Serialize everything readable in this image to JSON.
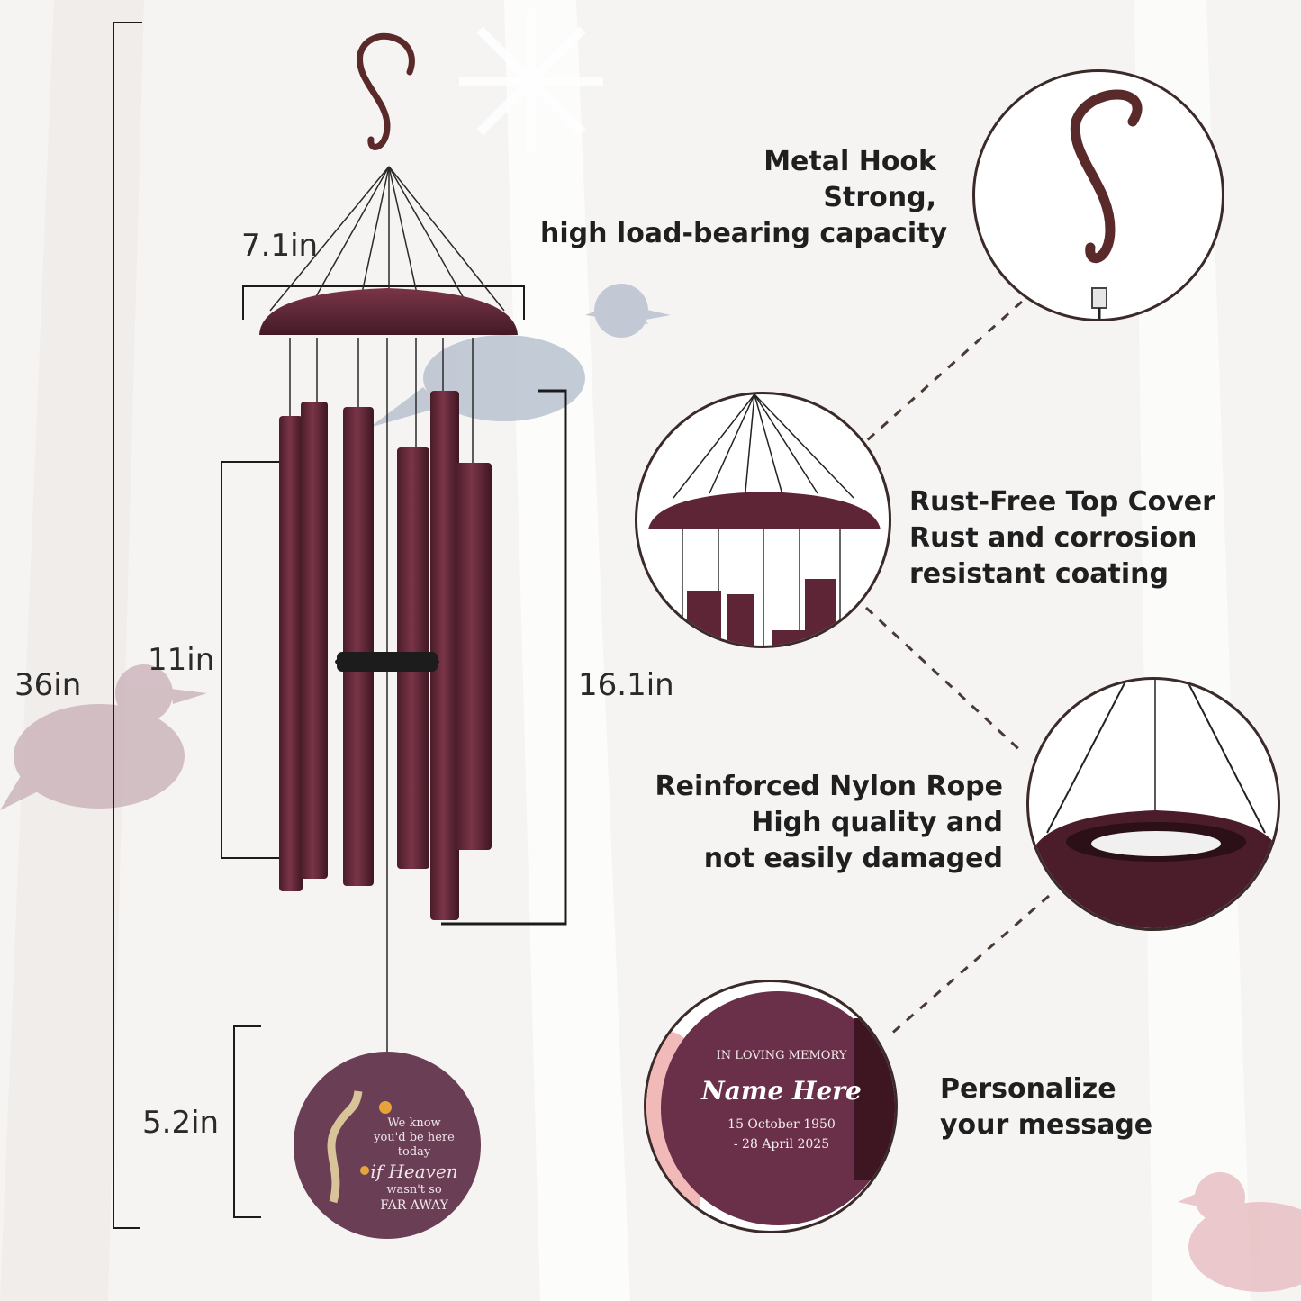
{
  "dimensions": {
    "total_height": "36in",
    "cover_width": "7.1in",
    "tube_length": "11in",
    "chime_length": "16.1in",
    "pendant_height": "5.2in"
  },
  "features": [
    {
      "title": "Metal Hook",
      "lines": [
        "Strong,",
        "high load-bearing capacity"
      ]
    },
    {
      "title": "Rust-Free Top Cover",
      "lines": [
        "Rust and corrosion",
        "resistant coating"
      ]
    },
    {
      "title": "Reinforced Nylon Rope",
      "lines": [
        "High quality and",
        "not easily damaged"
      ]
    },
    {
      "title": "Personalize",
      "lines": [
        "your message"
      ]
    }
  ],
  "pendant_front": {
    "lines": [
      "We know",
      "you'd be here",
      "today"
    ],
    "script": "if Heaven",
    "tail": [
      "wasn't so",
      "FAR AWAY"
    ]
  },
  "pendant_custom": {
    "heading": "IN LOVING MEMORY",
    "name": "Name Here",
    "date_from": "15 October 1950",
    "date_to": "- 28 April 2025"
  },
  "colors": {
    "chime": "#6b2d3e",
    "chime_dark": "#4a1c29",
    "line": "#1b1b1b",
    "dashed": "#4a3a36"
  }
}
